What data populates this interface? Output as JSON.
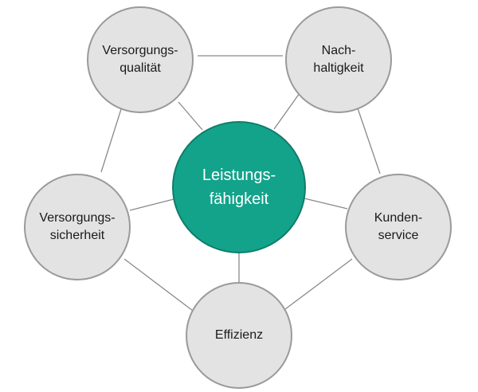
{
  "colors": {
    "center_fill": "#13a38b",
    "outer_fill": "#e3e3e3",
    "connector": "#8a8a8a"
  },
  "center": {
    "line1": "Leistungs-",
    "line2": "fähigkeit"
  },
  "nodes": [
    {
      "line1": "Versorgungs-",
      "line2": "qualität"
    },
    {
      "line1": "Nach-",
      "line2": "haltigkeit"
    },
    {
      "line1": "Kunden-",
      "line2": "service"
    },
    {
      "line1": "Effizienz",
      "line2": ""
    },
    {
      "line1": "Versorgungs-",
      "line2": "sicherheit"
    }
  ]
}
